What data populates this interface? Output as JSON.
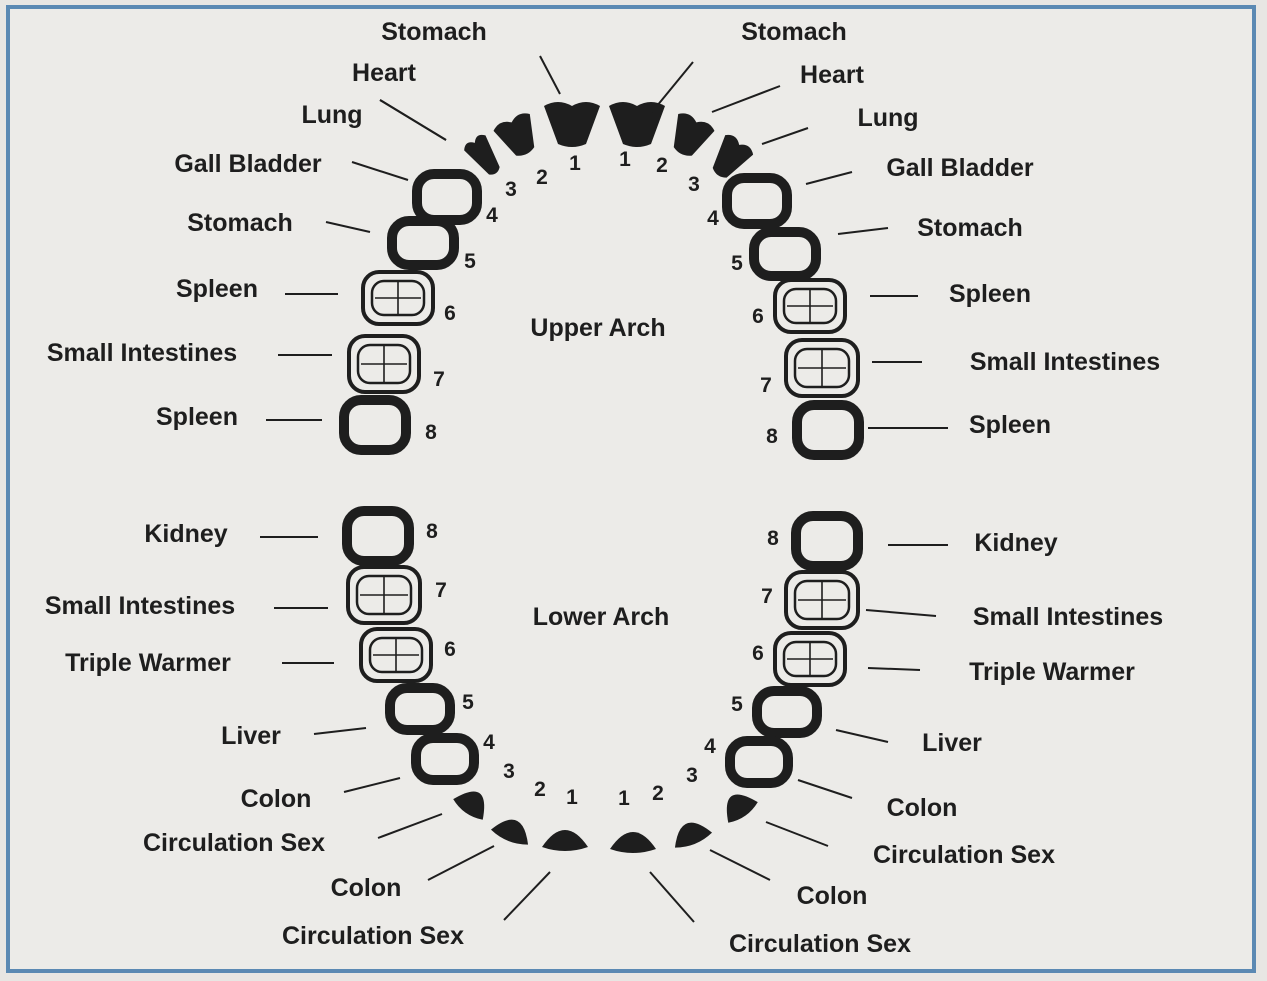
{
  "arches": {
    "upper": "Upper Arch",
    "lower": "Lower Arch"
  },
  "upper_left": [
    {
      "tooth": "1",
      "organ": "Stomach"
    },
    {
      "tooth": "2",
      "organ": "Heart"
    },
    {
      "tooth": "3",
      "organ": "Lung"
    },
    {
      "tooth": "",
      "organ": "Gall Bladder"
    },
    {
      "tooth": "4",
      "organ": "Stomach"
    },
    {
      "tooth": "5",
      "organ": "Spleen"
    },
    {
      "tooth": "6",
      "organ": "Small Intestines"
    },
    {
      "tooth": "7",
      "organ": "Spleen"
    },
    {
      "tooth": "8",
      "organ": ""
    }
  ],
  "upper_right": [
    {
      "tooth": "1",
      "organ": "Stomach"
    },
    {
      "tooth": "2",
      "organ": "Heart"
    },
    {
      "tooth": "3",
      "organ": "Lung"
    },
    {
      "tooth": "",
      "organ": "Gall Bladder"
    },
    {
      "tooth": "4",
      "organ": "Stomach"
    },
    {
      "tooth": "5",
      "organ": "Spleen"
    },
    {
      "tooth": "6",
      "organ": "Small Intestines"
    },
    {
      "tooth": "7",
      "organ": "Spleen"
    },
    {
      "tooth": "8",
      "organ": ""
    }
  ],
  "lower_left": [
    {
      "tooth": "8",
      "organ": "Kidney"
    },
    {
      "tooth": "7",
      "organ": "Small Intestines"
    },
    {
      "tooth": "6",
      "organ": "Triple Warmer"
    },
    {
      "tooth": "5",
      "organ": "Liver"
    },
    {
      "tooth": "4",
      "organ": "Colon"
    },
    {
      "tooth": "3",
      "organ": "Circulation Sex"
    },
    {
      "tooth": "2",
      "organ": "Colon"
    },
    {
      "tooth": "1",
      "organ": "Circulation Sex"
    }
  ],
  "lower_right": [
    {
      "tooth": "8",
      "organ": "Kidney"
    },
    {
      "tooth": "7",
      "organ": "Small Intestines"
    },
    {
      "tooth": "6",
      "organ": "Triple Warmer"
    },
    {
      "tooth": "5",
      "organ": "Liver"
    },
    {
      "tooth": "4",
      "organ": "Colon"
    },
    {
      "tooth": "3",
      "organ": "Circulation Sex"
    },
    {
      "tooth": "2",
      "organ": "Colon"
    },
    {
      "tooth": "1",
      "organ": "Circulation Sex"
    }
  ],
  "colors": {
    "frame": "#5b89b3",
    "ink": "#1e1e1e",
    "paper": "#ecebe8"
  }
}
